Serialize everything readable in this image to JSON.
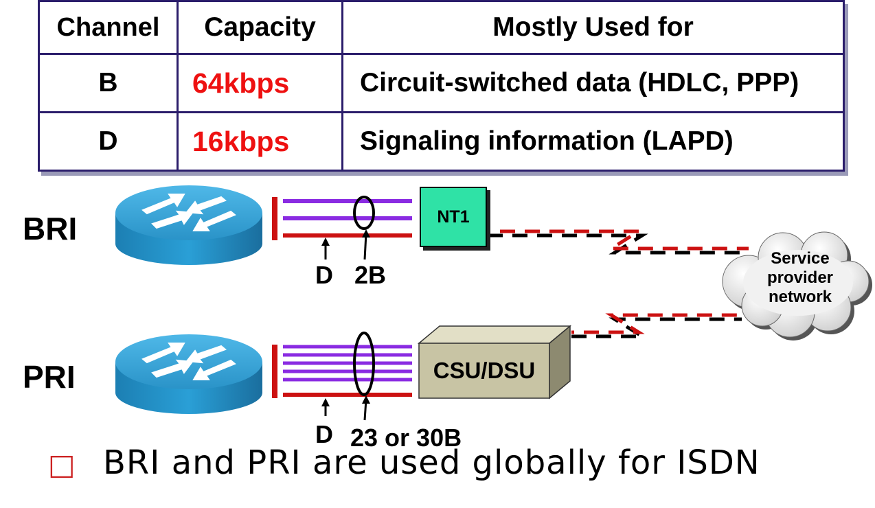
{
  "table": {
    "headers": [
      "Channel",
      "Capacity",
      "Mostly Used for"
    ],
    "rows": [
      {
        "channel": "B",
        "capacity": "64kbps",
        "use": "Circuit-switched data (HDLC, PPP)"
      },
      {
        "channel": "D",
        "capacity": "16kbps",
        "use": "Signaling information (LAPD)"
      }
    ]
  },
  "diagram": {
    "bri_label": "BRI",
    "pri_label": "PRI",
    "bri_d_label": "D",
    "bri_b_label": "2B",
    "pri_d_label": "D",
    "pri_b_label": "23 or 30B",
    "nt1_label": "NT1",
    "csu_label": "CSU/DSU",
    "cloud_label": [
      "Service",
      "provider",
      "network"
    ]
  },
  "bullet_text": "BRI and PRI are used globally for ISDN",
  "colors": {
    "border": "#2b1d6b",
    "capacity_text": "#ee1111",
    "b_channel": "#8a2be2",
    "d_channel": "#cc1111",
    "nt1_fill": "#2fe2a6",
    "csu_fill": "#c8c4a4",
    "router_fill": "#2a9fd6"
  }
}
